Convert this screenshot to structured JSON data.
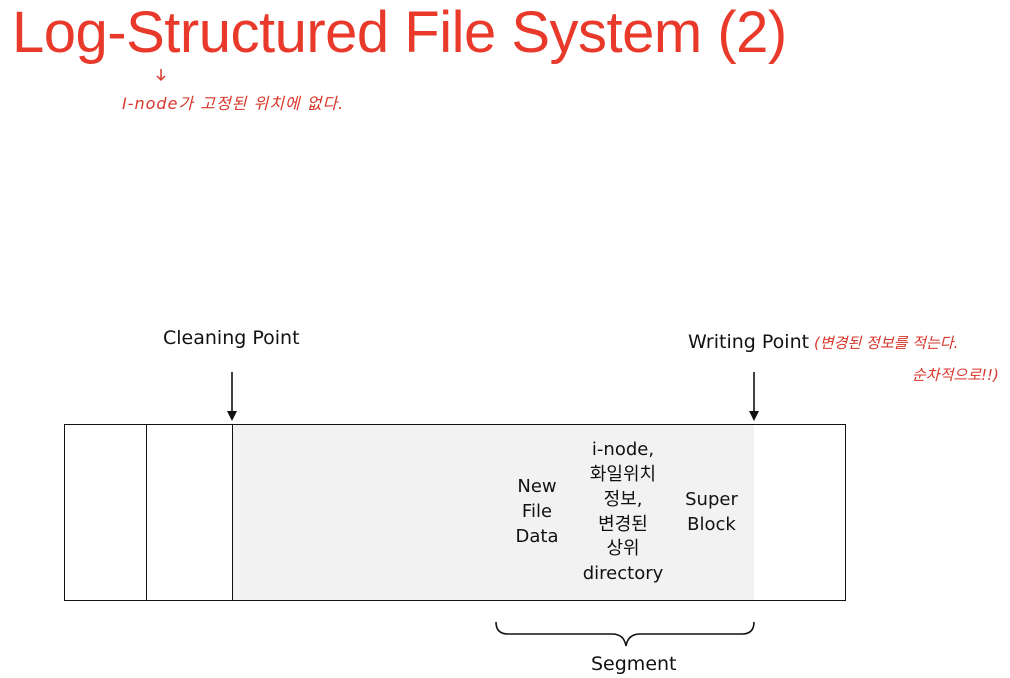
{
  "title": "Log-Structured File System (2)",
  "annotations": {
    "inode_note": "I-node가 고정된 위치에 없다.",
    "writing_note_line1": "(변경된 정보를 적는다.",
    "writing_note_line2": "순차적으로!!)"
  },
  "labels": {
    "cleaning_point": "Cleaning Point",
    "writing_point": "Writing Point",
    "segment": "Segment"
  },
  "cells": [
    {
      "text": ""
    },
    {
      "text": ""
    },
    {
      "text": ""
    },
    {
      "text": ""
    },
    {
      "text": ""
    },
    {
      "text": ""
    },
    {
      "text": "New\nFile\nData"
    },
    {
      "text": "i-node,\n화일위치\n정보,\n변경된\n상위\ndirectory"
    },
    {
      "text": "Super\nBlock"
    },
    {
      "text": ""
    }
  ],
  "colors": {
    "title": "#e8392b",
    "annotation": "#d9362a",
    "cell_shaded": "#f2f2f2",
    "border": "#111111"
  }
}
